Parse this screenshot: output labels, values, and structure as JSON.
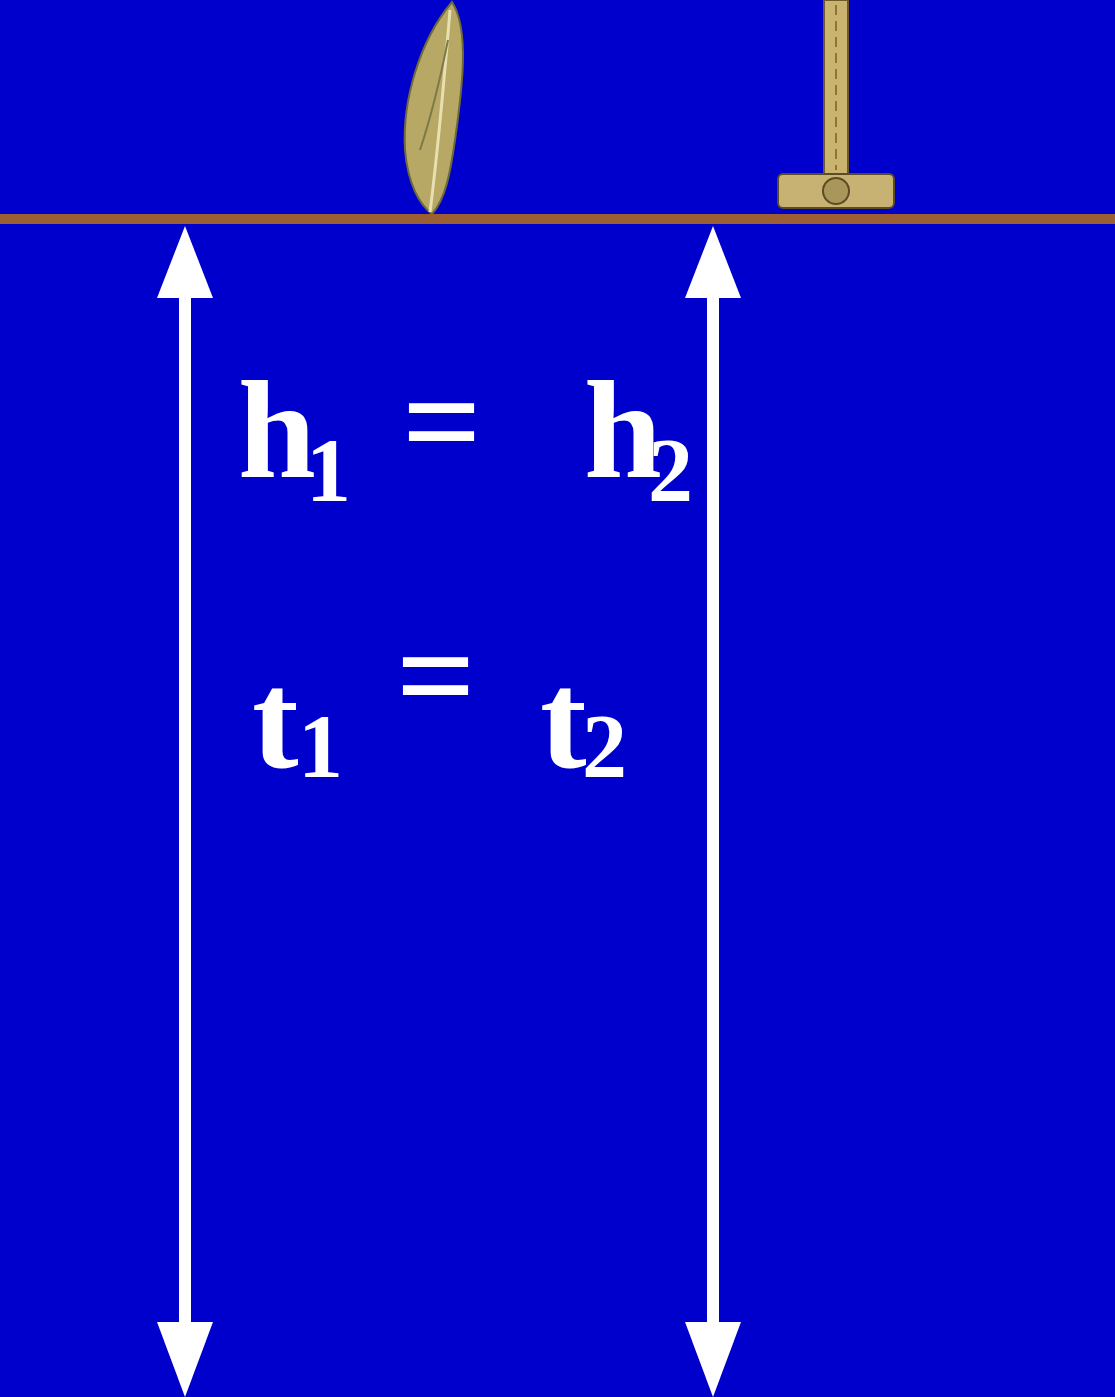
{
  "diagram": {
    "labels": [
      "h",
      "1",
      "=",
      "h",
      "2",
      "t",
      "1",
      "=",
      "t",
      "2"
    ]
  }
}
